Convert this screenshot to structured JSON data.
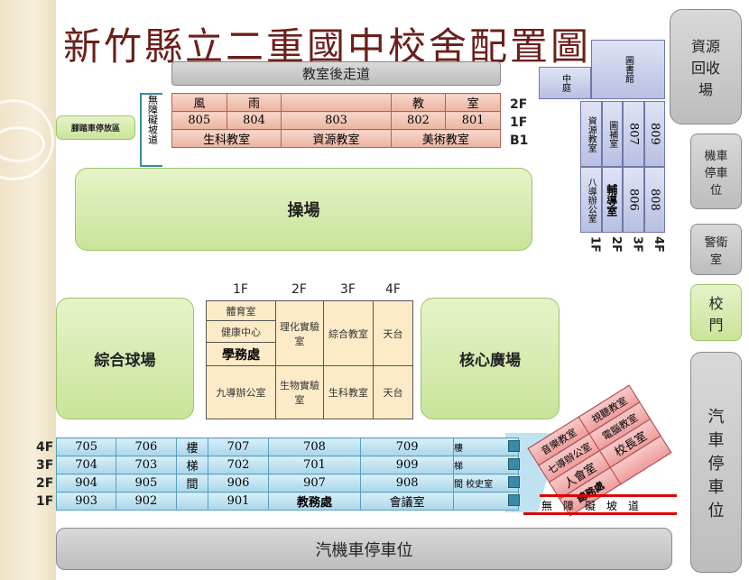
{
  "title": "新竹縣立二重國中校舍配置圖",
  "corridor": "教室後走道",
  "recycle": "資源回收場",
  "bike_parking": "腳踏車停放區",
  "ramp": "無障礙坡道",
  "playground": "操場",
  "scooter_parking": "機車停車位",
  "guard": "警衛室",
  "gate": "校門",
  "car_parking": "汽車停車位",
  "court": "綜合球場",
  "plaza": "核心廣場",
  "bottom_parking": "汽機車停車位",
  "courtyard": "中庭",
  "library": "圖書館",
  "north_building": {
    "floors": [
      "2F",
      "1F",
      "B1"
    ],
    "row2f": [
      "風",
      "雨",
      "",
      "教",
      "室"
    ],
    "row1f": [
      "805",
      "804",
      "803",
      "802",
      "801"
    ],
    "rowb1": [
      "生科教室",
      "資源教室",
      "美術教室"
    ]
  },
  "east_building": {
    "floors": [
      "1F",
      "2F",
      "3F",
      "4F"
    ],
    "top": [
      "資源教室",
      "圖補室",
      "807",
      "809"
    ],
    "bottom": [
      "八導辦公室",
      "輔導室",
      "806",
      "808"
    ]
  },
  "center_building": {
    "floors": [
      "1F",
      "2F",
      "3F",
      "4F"
    ],
    "c1": [
      "體育室",
      "健康中心",
      "學務處"
    ],
    "r1": [
      "理化實驗室",
      "綜合教室",
      "天台"
    ],
    "r2": [
      "九導辦公室",
      "生物實驗室",
      "生科教室",
      "天台"
    ]
  },
  "south_building": {
    "floors": [
      "4F",
      "3F",
      "2F",
      "1F"
    ],
    "rows": [
      [
        "705",
        "706",
        "樓",
        "707",
        "708",
        "709",
        "樓"
      ],
      [
        "704",
        "703",
        "梯",
        "702",
        "701",
        "909",
        "梯"
      ],
      [
        "904",
        "905",
        "間",
        "906",
        "907",
        "908",
        "間 校史室"
      ],
      [
        "903",
        "902",
        "",
        "901",
        "教務處",
        "會議室",
        ""
      ]
    ]
  },
  "admin_building": {
    "left": [
      "音樂教室",
      "七導辦公室",
      "人會室",
      "總務處"
    ],
    "right": [
      "視聽教室",
      "電腦教室",
      "校長室",
      ""
    ]
  },
  "ramp2": "無　障　礙　坡　道"
}
